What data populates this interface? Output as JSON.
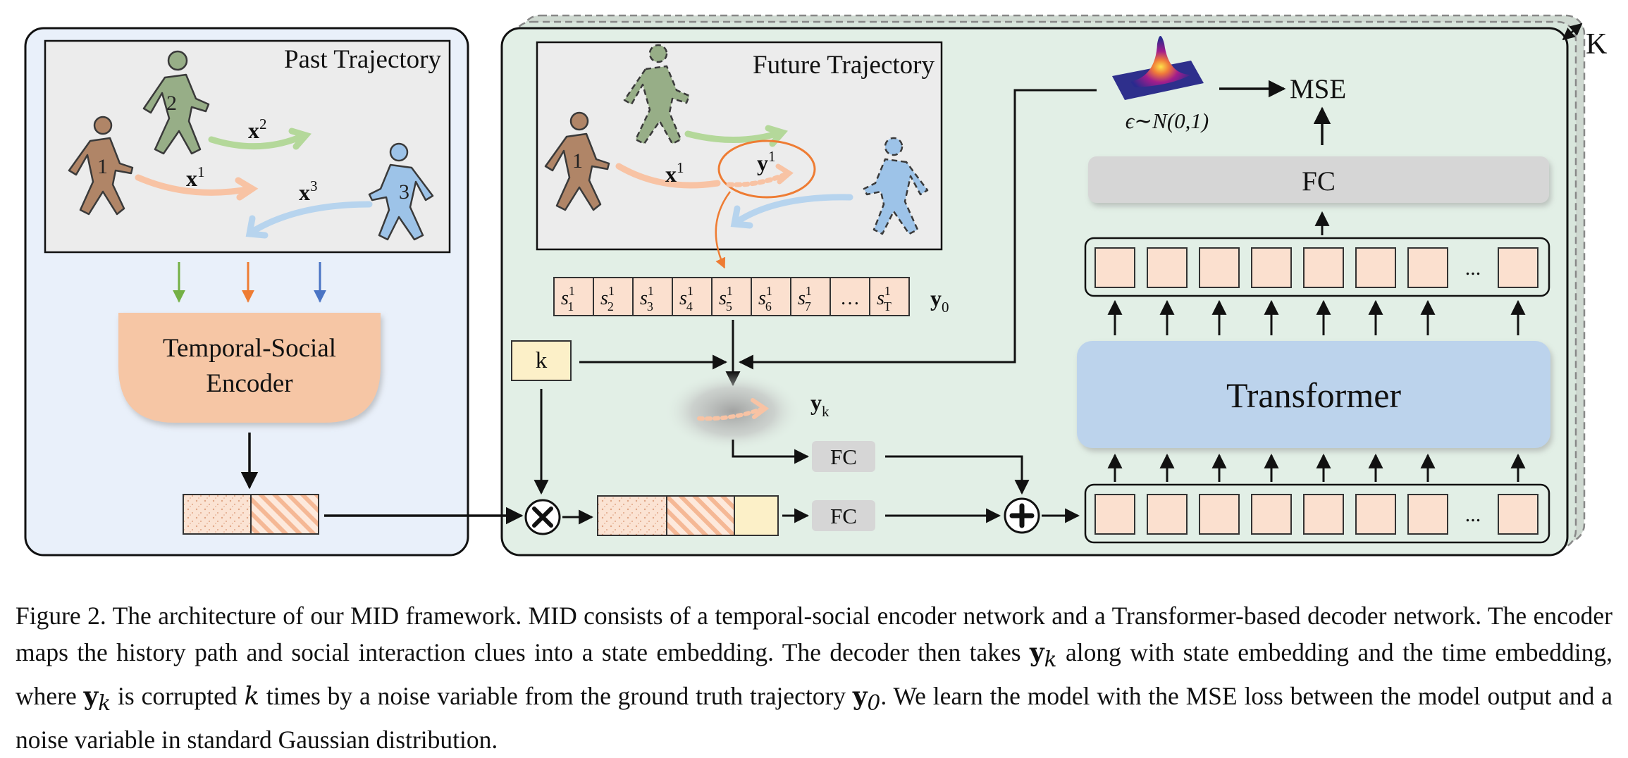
{
  "left_panel": {
    "title": "Past Trajectory",
    "agents": [
      "1",
      "2",
      "3"
    ],
    "labels": [
      {
        "base": "x",
        "sup": "1"
      },
      {
        "base": "x",
        "sup": "2"
      },
      {
        "base": "x",
        "sup": "3"
      }
    ],
    "encoder_line1": "Temporal-Social",
    "encoder_line2": "Encoder"
  },
  "right_panel": {
    "repeat_label": "K",
    "future_title": "Future Trajectory",
    "future_agent": "1",
    "future_x_label": {
      "base": "x",
      "sup": "1"
    },
    "future_y_label": {
      "base": "y",
      "sup": "1"
    },
    "sequence": [
      {
        "base": "s",
        "sup": "1",
        "sub": "1"
      },
      {
        "base": "s",
        "sup": "1",
        "sub": "2"
      },
      {
        "base": "s",
        "sup": "1",
        "sub": "3"
      },
      {
        "base": "s",
        "sup": "1",
        "sub": "4"
      },
      {
        "base": "s",
        "sup": "1",
        "sub": "5"
      },
      {
        "base": "s",
        "sup": "1",
        "sub": "6"
      },
      {
        "base": "s",
        "sup": "1",
        "sub": "7"
      },
      {
        "base": "…",
        "sup": "",
        "sub": ""
      },
      {
        "base": "s",
        "sup": "1",
        "sub": "T"
      }
    ],
    "y0_label": {
      "base": "y",
      "sub": "0"
    },
    "k_label": "k",
    "yk_label": {
      "base": "y",
      "sub": "k"
    },
    "fc_label": "FC",
    "fc_mid_label": "FC",
    "fc_low_label": "FC",
    "transformer_label": "Transformer",
    "ellipsis": "...",
    "noise_label": "ϵ∼N(0,1)",
    "mse_label": "MSE"
  },
  "caption": {
    "p1": "Figure 2. The architecture of our MID framework. MID consists of a temporal-social encoder network and a Transformer-based decoder network. The encoder maps the history path and social interaction clues into a state embedding. The decoder then takes ",
    "yk": "y",
    "yk_sub": "k",
    "p2": " along with state embedding and the time embedding, where ",
    "yk2": "y",
    "yk2_sub": "k",
    "p3": " is corrupted ",
    "k": "k",
    "p4": " times by a noise variable from the ground truth trajectory ",
    "y0": "y",
    "y0_sub": "0",
    "p5": ". We learn the model with the MSE loss between the model output and a noise variable in standard Gaussian distribution."
  },
  "colors": {
    "left_bg": "#e9f0fa",
    "right_bg": "#e2efe6",
    "encoder": "#f6c6a5",
    "token": "#fbe0cf",
    "transformer": "#bcd3ec",
    "fc": "#d6d6d6",
    "k_box": "#fcf0c8",
    "agent1": "#b08567",
    "agent2": "#97ae87",
    "agent3": "#9dc3e8",
    "arrow_green": "#74b045",
    "arrow_orange": "#ee7c33",
    "arrow_blue": "#4a74c4"
  }
}
